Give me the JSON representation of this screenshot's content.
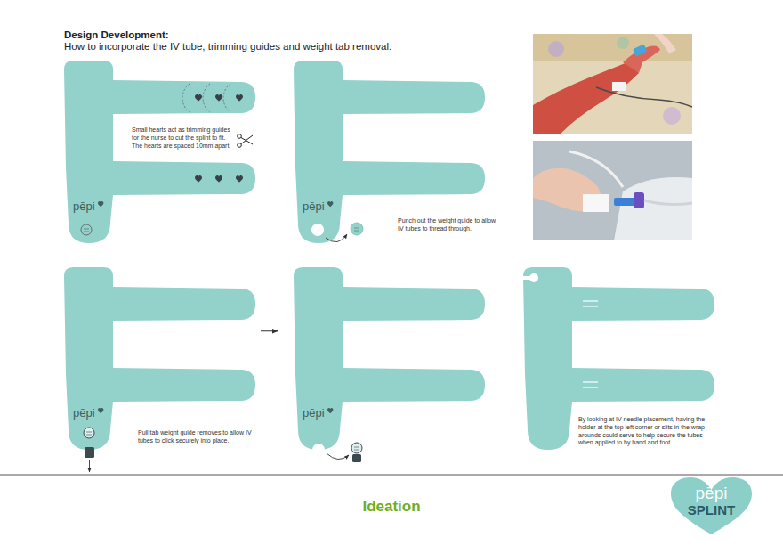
{
  "diagram": {
    "title": "Design Development:",
    "caption": "Ideation",
    "nodes": [
      {
        "text": [
          "pēpi"
        ]
      },
      {
        "text": [
          "pēpi"
        ]
      },
      {
        "text": [
          "pēpi"
        ]
      },
      {
        "text": [
          "pēpi"
        ]
      },
      {
        "text": [
          "pēpi",
          "SPLINT"
        ]
      }
    ],
    "edges": [
      {
        "from": 2,
        "to": 3,
        "arrow": "to"
      }
    ],
    "labels": [
      "How to incorporate the IV tube, trimming guides and weight tab removal.",
      "Small hearts act as trimming guides for the nurse to cut the splint to fit. The hearts are spaced 10mm apart.",
      "Punch out the weight guide to allow IV tubes to thread through.",
      "Pull tab weight guide removes to allow IV tubes to click securely into place.",
      "By looking at IV needle placement, having the holder at the top left corner or slits in the wrap-arounds could serve to help secure the tubes when applied to by hand and foot."
    ]
  }
}
